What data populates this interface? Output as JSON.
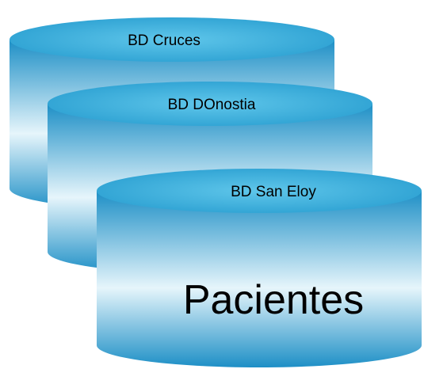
{
  "colors": {
    "top_light": "#5fc6ea",
    "top_dark": "#2a9fd1",
    "body_light": "#e6f5fb",
    "body_dark": "#1d8fc6"
  },
  "databases": [
    {
      "label": "BD Cruces"
    },
    {
      "label": "BD DOnostia"
    },
    {
      "label": "BD San Eloy",
      "content_label": "Pacientes"
    }
  ]
}
